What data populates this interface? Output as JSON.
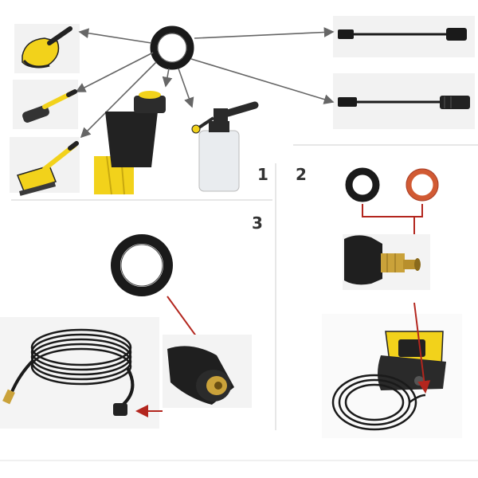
{
  "panels": {
    "panel_1": {
      "number": "1"
    },
    "panel_2": {
      "number": "2"
    },
    "panel_3": {
      "number": "3"
    }
  },
  "colors": {
    "accent_yellow": "#f2d21b",
    "black": "#1a1a1a",
    "arrow_gray": "#666666",
    "arrow_red": "#b3261e",
    "orange_ring": "#d15a33",
    "brass": "#caa23a"
  },
  "icons": [
    "black-o-ring-icon",
    "orange-o-ring-icon",
    "wash-brush-icon",
    "rotary-brush-icon",
    "patio-brush-icon",
    "hose-connector-icon",
    "foam-bottle-icon",
    "spray-lance-icon",
    "pressure-washer-icon",
    "hose-coil-icon"
  ]
}
